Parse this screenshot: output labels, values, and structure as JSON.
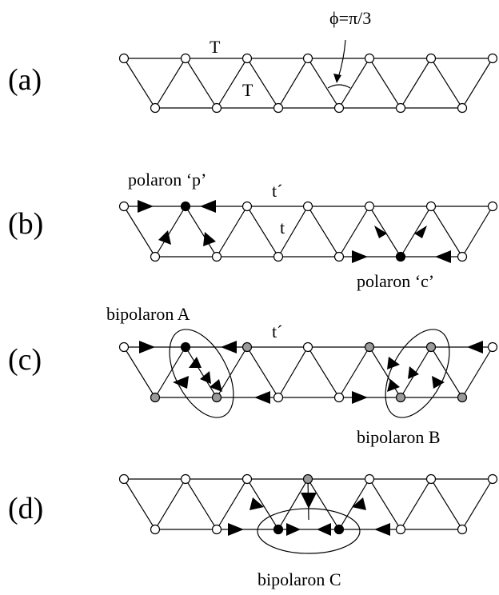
{
  "panels": [
    {
      "key": "a",
      "label": "(a)",
      "labels": {
        "t_top": "T",
        "t_mid": "T",
        "phi": "ϕ=π/3"
      }
    },
    {
      "key": "b",
      "label": "(b)",
      "labels": {
        "polaron_p": "polaron ‘p’",
        "t_prime": "t´",
        "t": "t",
        "polaron_c": "polaron ‘c’"
      }
    },
    {
      "key": "c",
      "label": "(c)",
      "labels": {
        "bipolaron_a": "bipolaron A",
        "t_prime": "t´",
        "bipolaron_b": "bipolaron B"
      }
    },
    {
      "key": "d",
      "label": "(d)",
      "labels": {
        "bipolaron_c": "bipolaron C"
      }
    }
  ],
  "colors": {
    "line": "#000000",
    "white_node": "#ffffff",
    "grey_node": "#9a9a9a",
    "black_node": "#000000"
  }
}
